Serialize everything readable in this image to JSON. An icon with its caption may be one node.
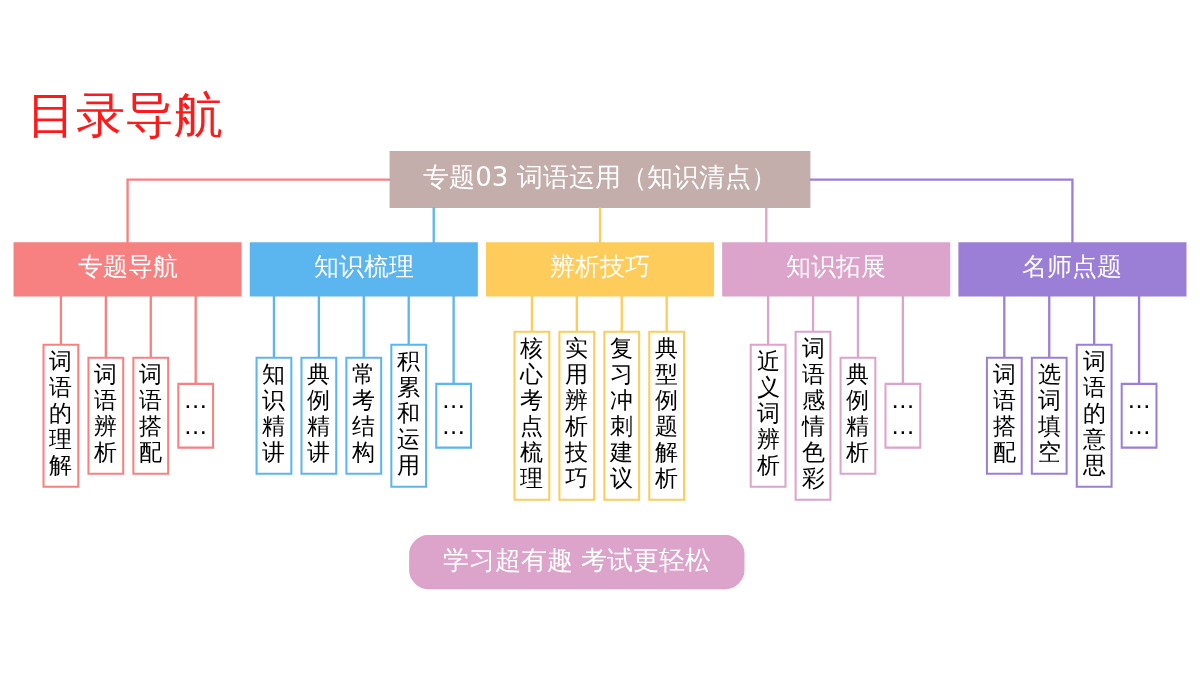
{
  "diagram": {
    "title": "目录导航",
    "nodes": [
      {
        "text": [
          "专题03 词语运用（知识清点）"
        ]
      },
      {
        "text": [
          "专题导航"
        ]
      },
      {
        "text": [
          "知识梳理"
        ]
      },
      {
        "text": [
          "辨析技巧"
        ]
      },
      {
        "text": [
          "知识拓展"
        ]
      },
      {
        "text": [
          "名师点题"
        ]
      },
      {
        "text": [
          "词语的理解"
        ]
      },
      {
        "text": [
          "词语辨析"
        ]
      },
      {
        "text": [
          "词语搭配"
        ]
      },
      {
        "text": [
          "……"
        ]
      },
      {
        "text": [
          "知识精讲"
        ]
      },
      {
        "text": [
          "典例精讲"
        ]
      },
      {
        "text": [
          "常考结构"
        ]
      },
      {
        "text": [
          "积累和运用"
        ]
      },
      {
        "text": [
          "……"
        ]
      },
      {
        "text": [
          "核心考点梳理"
        ]
      },
      {
        "text": [
          "实用辨析技巧"
        ]
      },
      {
        "text": [
          "复习冲刺建议"
        ]
      },
      {
        "text": [
          "典型例题解析"
        ]
      },
      {
        "text": [
          "近义词辨析"
        ]
      },
      {
        "text": [
          "词语感情色彩"
        ]
      },
      {
        "text": [
          "典例精析"
        ]
      },
      {
        "text": [
          "……"
        ]
      },
      {
        "text": [
          "词语搭配"
        ]
      },
      {
        "text": [
          "选词填空"
        ]
      },
      {
        "text": [
          "词语的意思"
        ]
      },
      {
        "text": [
          "……"
        ]
      },
      {
        "text": [
          "学习超有趣 考试更轻松"
        ]
      }
    ],
    "edges": [
      {
        "from": 0,
        "to": 1,
        "arrow": "none",
        "color": "#f78080"
      },
      {
        "from": 0,
        "to": 2,
        "arrow": "none",
        "color": "#5bb5ef"
      },
      {
        "from": 0,
        "to": 3,
        "arrow": "none",
        "color": "#fecc5a"
      },
      {
        "from": 0,
        "to": 4,
        "arrow": "none",
        "color": "#dca3cb"
      },
      {
        "from": 0,
        "to": 5,
        "arrow": "none",
        "color": "#9b7fd6"
      },
      {
        "from": 1,
        "to": 6,
        "arrow": "none",
        "color": "#f78080"
      },
      {
        "from": 1,
        "to": 7,
        "arrow": "none",
        "color": "#f78080"
      },
      {
        "from": 1,
        "to": 8,
        "arrow": "none",
        "color": "#f78080"
      },
      {
        "from": 1,
        "to": 9,
        "arrow": "none",
        "color": "#f78080"
      },
      {
        "from": 2,
        "to": 10,
        "arrow": "none",
        "color": "#5bb5ef"
      },
      {
        "from": 2,
        "to": 11,
        "arrow": "none",
        "color": "#5bb5ef"
      },
      {
        "from": 2,
        "to": 12,
        "arrow": "none",
        "color": "#5bb5ef"
      },
      {
        "from": 2,
        "to": 13,
        "arrow": "none",
        "color": "#5bb5ef"
      },
      {
        "from": 2,
        "to": 14,
        "arrow": "none",
        "color": "#5bb5ef"
      },
      {
        "from": 3,
        "to": 15,
        "arrow": "none",
        "color": "#fecc5a"
      },
      {
        "from": 3,
        "to": 16,
        "arrow": "none",
        "color": "#fecc5a"
      },
      {
        "from": 3,
        "to": 17,
        "arrow": "none",
        "color": "#fecc5a"
      },
      {
        "from": 3,
        "to": 18,
        "arrow": "none",
        "color": "#fecc5a"
      },
      {
        "from": 4,
        "to": 19,
        "arrow": "none",
        "color": "#dca3cb"
      },
      {
        "from": 4,
        "to": 20,
        "arrow": "none",
        "color": "#dca3cb"
      },
      {
        "from": 4,
        "to": 21,
        "arrow": "none",
        "color": "#dca3cb"
      },
      {
        "from": 4,
        "to": 22,
        "arrow": "none",
        "color": "#dca3cb"
      },
      {
        "from": 5,
        "to": 23,
        "arrow": "none",
        "color": "#9b7fd6"
      },
      {
        "from": 5,
        "to": 24,
        "arrow": "none",
        "color": "#9b7fd6"
      },
      {
        "from": 5,
        "to": 25,
        "arrow": "none",
        "color": "#9b7fd6"
      },
      {
        "from": 5,
        "to": 26,
        "arrow": "none",
        "color": "#9b7fd6"
      }
    ]
  }
}
